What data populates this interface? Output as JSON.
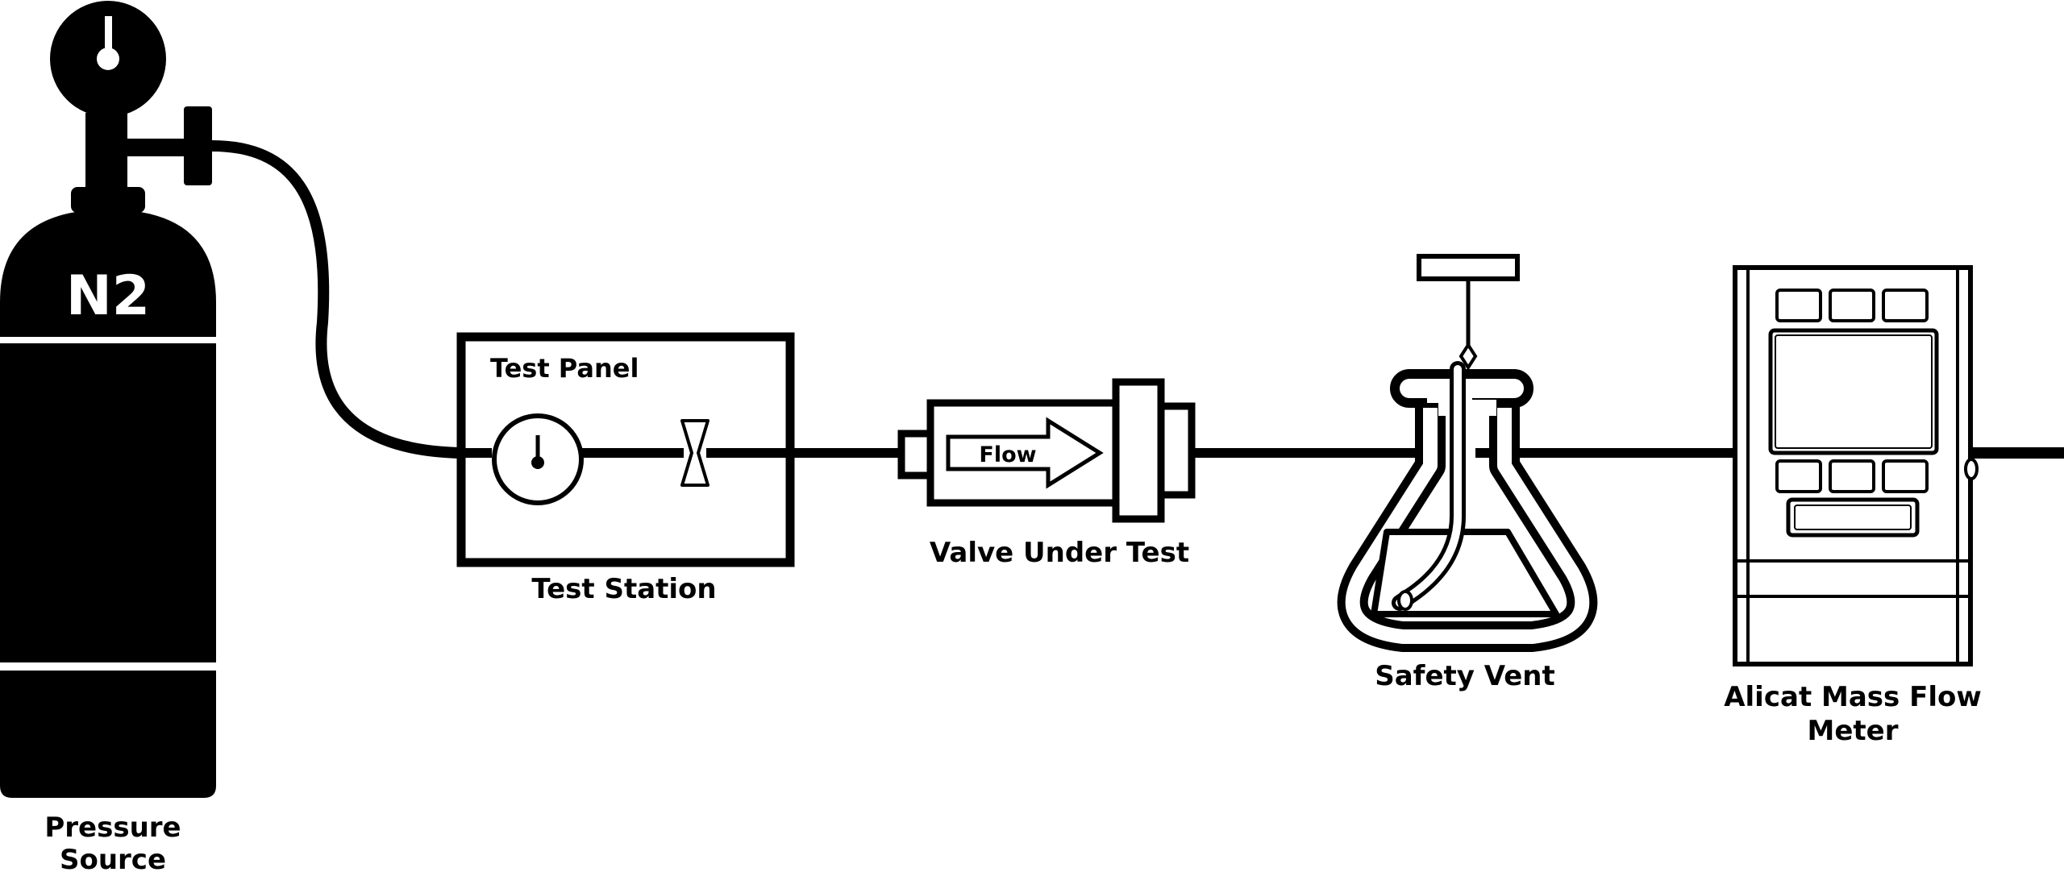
{
  "diagram": {
    "labels": {
      "cylinder_gas": "N2",
      "pressure_source_line1": "Pressure",
      "pressure_source_line2": "Source",
      "test_panel": "Test Panel",
      "test_station": "Test Station",
      "flow_arrow": "Flow",
      "valve_under_test": "Valve Under Test",
      "safety_vent": "Safety Vent",
      "mass_flow_meter_line1": "Alicat Mass Flow",
      "mass_flow_meter_line2": "Meter"
    },
    "colors": {
      "ink": "#000000",
      "background": "#ffffff"
    }
  }
}
